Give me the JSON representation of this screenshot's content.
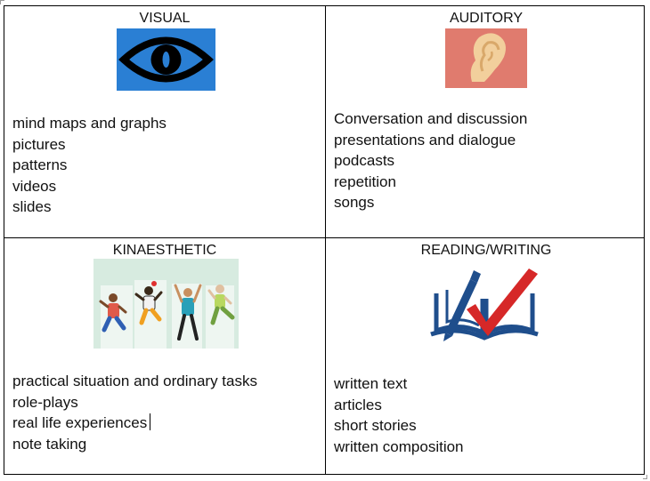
{
  "cells": {
    "visual": {
      "title": "VISUAL",
      "image": "eye-icon",
      "colors": {
        "bg": "#2a7fd4",
        "fg": "#000000"
      },
      "items": [
        "mind maps and graphs",
        "pictures",
        "patterns",
        "videos",
        "slides"
      ]
    },
    "auditory": {
      "title": "AUDITORY",
      "image": "ear-icon",
      "colors": {
        "bg": "#e07b6e",
        "ear": "#f2cf9c"
      },
      "items": [
        "Conversation and discussion",
        "presentations and dialogue",
        "podcasts",
        "repetition",
        "songs"
      ]
    },
    "kinaesthetic": {
      "title": "KINAESTHETIC",
      "image": "jumping-people-illustration",
      "colors": {
        "bg": "#d7ebe0"
      },
      "items": [
        "practical situation and ordinary tasks",
        "role-plays",
        "real life experiences",
        "note taking"
      ]
    },
    "reading_writing": {
      "title": "READING/WRITING",
      "image": "book-pen-checkmark-icon",
      "colors": {
        "book": "#1f4e8c",
        "check": "#d62828"
      },
      "items": [
        "written text",
        "articles",
        "short stories",
        "written composition"
      ]
    }
  }
}
